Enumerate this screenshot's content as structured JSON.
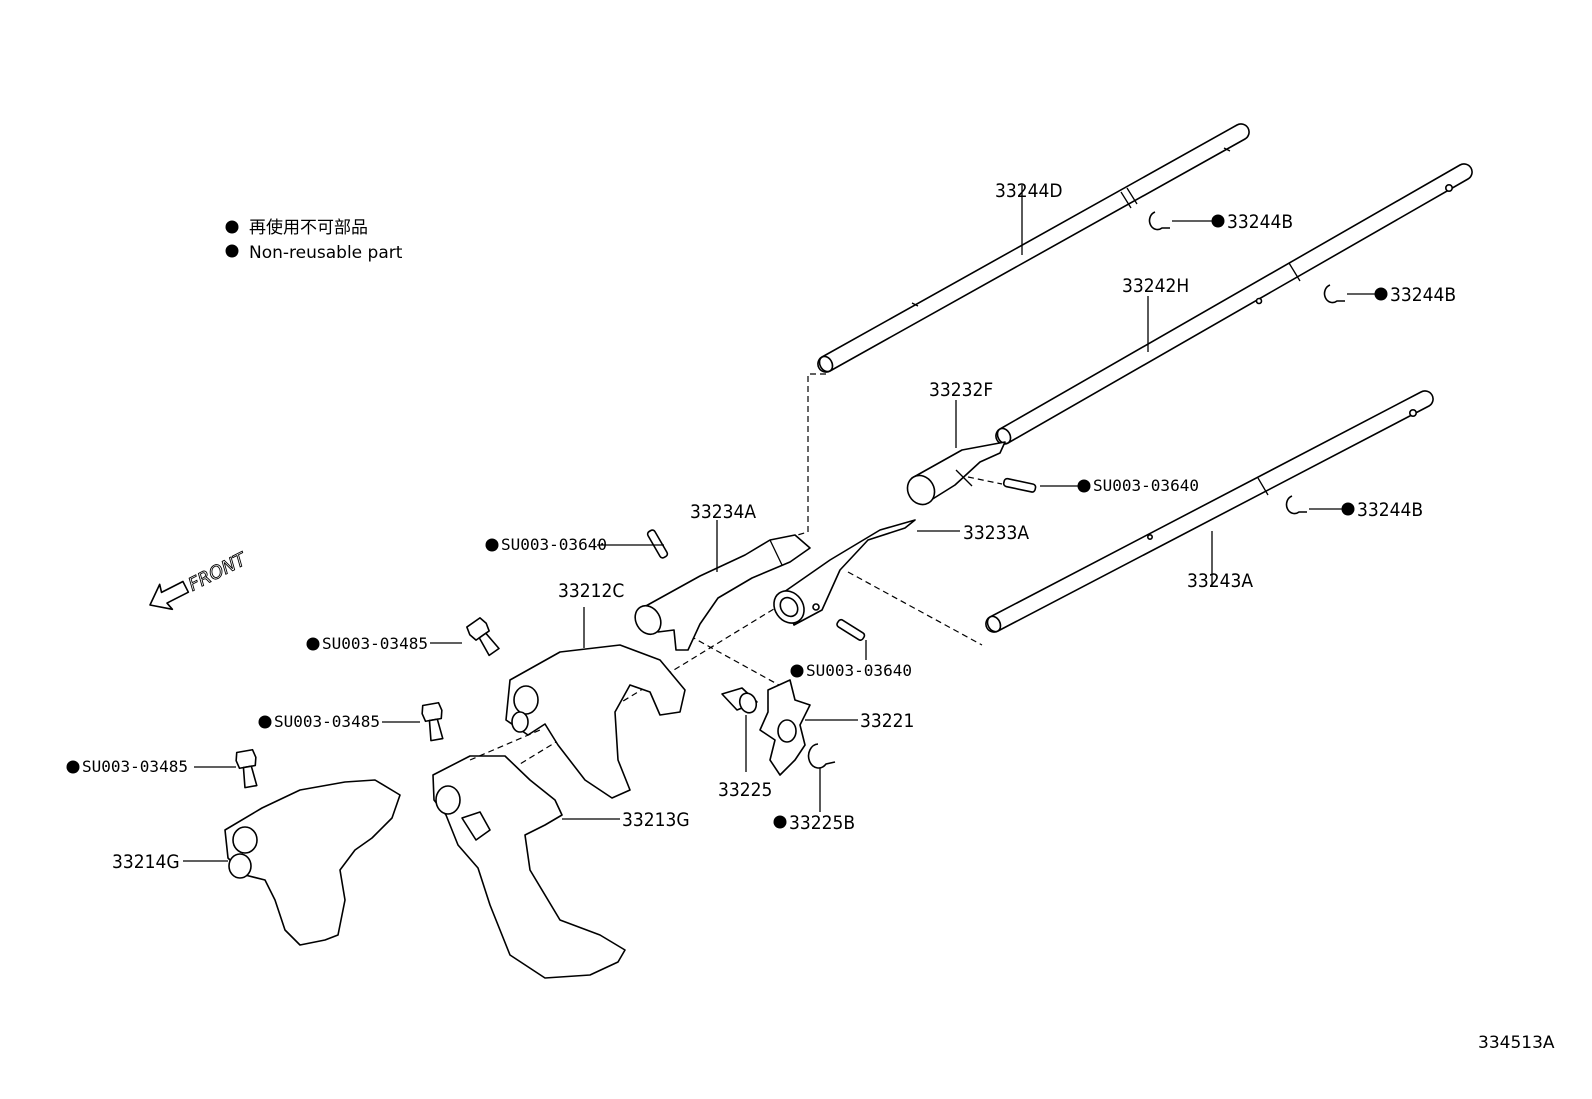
{
  "legend": {
    "line_jp": "再使用不可部品",
    "line_en": "Non-reusable part"
  },
  "front_label": "FRONT",
  "diagram_id": "334513A",
  "parts": {
    "rod_33244D": "33244D",
    "ring_33244B_1": "33244B",
    "rod_33242H": "33242H",
    "ring_33244B_2": "33244B",
    "head_33232F": "33232F",
    "pin_SU003_03640_a": "SU003-03640",
    "ring_33244B_3": "33244B",
    "head_33233A": "33233A",
    "rod_33243A": "33243A",
    "head_33234A": "33234A",
    "pin_SU003_03640_b": "SU003-03640",
    "fork_33212C": "33212C",
    "bolt_SU003_03485_a": "SU003-03485",
    "pin_SU003_03640_c": "SU003-03640",
    "interlock_33221": "33221",
    "bolt_SU003_03485_b": "SU003-03485",
    "bolt_SU003_03485_c": "SU003-03485",
    "pin_33225": "33225",
    "fork_33213G": "33213G",
    "ring_33225B": "33225B",
    "fork_33214G": "33214G"
  }
}
